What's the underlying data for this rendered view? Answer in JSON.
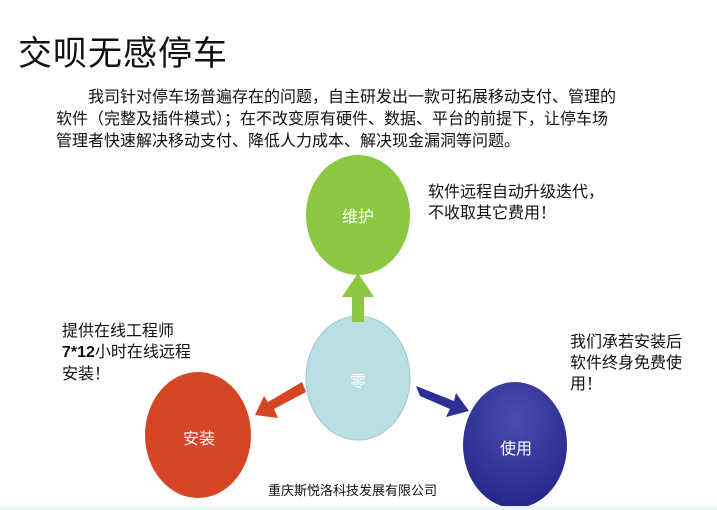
{
  "title": "交呗无感停车",
  "intro": "我司针对停车场普遍存在的问题，自主研发出一款可拓展移动支付、管理的软件（完整及插件模式）；在不改变原有硬件、数据、平台的前提下，让停车场管理者快速解决移动支付、降低人力成本、解决现金漏洞等问题。",
  "diagram": {
    "center": {
      "label": "零",
      "color": "#b9dfe4"
    },
    "maintain": {
      "label": "维护",
      "color": "#8dc843"
    },
    "install": {
      "label": "安装",
      "color": "#d64625"
    },
    "use": {
      "label": "使用",
      "color": "#2e2f96"
    }
  },
  "notes": {
    "maintain": "软件远程自动升级迭代，不收取其它费用！",
    "install_bold": "7*12",
    "install_line1": "提供在线工程师",
    "install_rest": "小时在线远程安装！",
    "use": "我们承若安装后软件终身免费使用！"
  },
  "footer": "重庆斯悦洛科技发展有限公司"
}
